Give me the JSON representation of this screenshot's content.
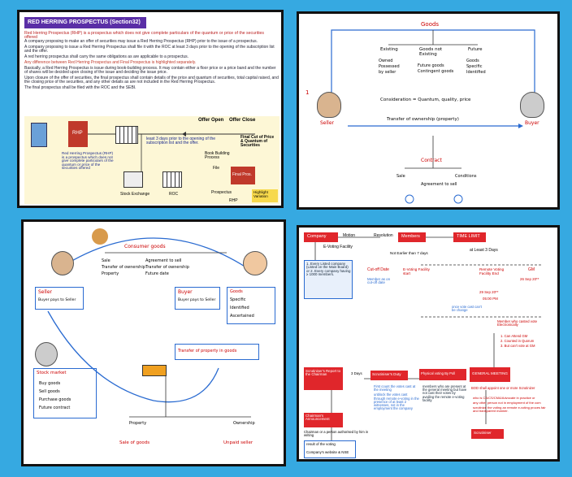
{
  "panel1": {
    "title": "RED HERRING PROSPECTUS (Section32)",
    "definition": "Red Herring Prospectus (RHP) is a prospectus which does not give complete particulars of the quantum or price of the securities offered",
    "bullets": [
      "A company proposing to make an offer of securities may issue a Red Herring Prospectus (RHP) prior to the issue of a prospectus.",
      "A company proposing to issue a Red Herring Prospectus shall file it with the ROC at least 3 days prior to the opening of the subscription list and the offer.",
      "A red herring prospectus shall carry the same obligations as are applicable to a prospectus.",
      "Any difference between Red Herring Prospectus and Final Prospectus is highlighted separately.",
      "Basically, a Red Herring Prospectus is issue during book-building process. It may contain either a floor price or a price band and the number of shares will be decided upon closing of the issue and deciding the issue price.",
      "Upon closure of the offer of securities, the final prospectus shall contain details of the price and quantum of securities, total capital raised, and the closing price of the securities, and any other details as are not included in the Red Herring Prospectus.",
      "The final prospectus shall be filed with the ROC and the SEBI."
    ],
    "diagram": {
      "rhp": "RHP",
      "offer_open": "Offer Open",
      "offer_close": "Offer Close",
      "least_days": "least 3 days prior to the opening of the subscription list and the offer.",
      "book_building": "Book Building Process",
      "final_cut": "Final Cut of Price & Quantum of Securities",
      "rhp_note": "Red Herring Prospectus (RHP) is a prospectus which does not give complete particulars of the quantum or price of the securities offered",
      "stock_exchange": "Stock Exchange",
      "roc": "ROC",
      "file": "File",
      "final_pros": "Final Pros.",
      "prospectus": "Prospectus",
      "rhp_bottom": "RHP",
      "highlight": "Highlight Variation"
    }
  },
  "panel2": {
    "top_label": "Goods",
    "columns": [
      "Existing",
      "Goods not Existing",
      "Future"
    ],
    "col1": [
      "Owned",
      "Possessed",
      "by seller"
    ],
    "col2": [
      "Future goods",
      "Contingent goods"
    ],
    "col3": [
      "Goods",
      "Specific",
      "Identified"
    ],
    "seller": "Seller",
    "buyer": "Buyer",
    "price_note": "Consideration = Quantum, quality, price",
    "transfer": "Transfer of ownership (property)",
    "contract": "Contract",
    "circle_num": "1",
    "bottom": [
      "Sale",
      "Agreement to sell",
      "Conditions"
    ]
  },
  "panel3": {
    "consumer_goods": "Consumer goods",
    "left_col": [
      "Sale",
      "Transfer of ownership",
      "Property"
    ],
    "mid_col": [
      "Agreement to sell",
      "Transfer of ownership",
      "Future date"
    ],
    "seller": "Seller",
    "seller_note": "Buyer pays to Seller",
    "buyer": "Buyer",
    "buyer_note": "Buyer pays to Seller",
    "goods_box": [
      "Goods",
      "Specific",
      "Identified",
      "Ascertained"
    ],
    "stock_market": "Stock market",
    "stock_items": [
      "Buy goods",
      "Sell goods",
      "Purchase goods",
      "Future contract"
    ],
    "transfer": "Transfer of property in goods",
    "property": "Property",
    "ownership": "Ownership",
    "bottom_left": "Sale of goods",
    "bottom_right": "Unpaid seller"
  },
  "panel4": {
    "company": "Company",
    "motion": "Motion",
    "resolution": "Resolution",
    "members": "Members",
    "time_limit": "TIME LIMIT",
    "evoting": "E-Voting Facility",
    "every_listed": "1. Every Listed company (Listed on the Main Board) or 2. Every company having ≥ 1000 members.",
    "cutoff": "Cut-off Date",
    "cutoff_note": "Member as on cut-off date",
    "not_earlier": "Not Earlier than 7 days",
    "evoting_start": "E-Voting Facility start",
    "at_least": "at Least 3 Days",
    "remote": "Remote Voting Facility End",
    "gm": "GM",
    "date1": "26 Sep 20**",
    "date2": "29 Sep 20**",
    "time": "05:00 PM",
    "once_vote": "once vote cast can't be change",
    "member_cast": "Member who casted vote Electronically",
    "cast_list": [
      "1. Can Attend GM",
      "2. Counted in Quorum",
      "3. But can't vote at GM"
    ],
    "scrutiniser_report": "Scrutiniser's Report to the Chairman",
    "scrutiniser_duty": "Scrutiniser's Duty",
    "physical": "Physical voting By Poll",
    "general": "GENERAL MEETING",
    "three_days": "3 Days",
    "duty_list": [
      "First count the votes cast at the meeting",
      "unblock the votes cast through remote e-voting in the presence of at least 2 witnesses, not in the employment the company"
    ],
    "physical_note": "members who are present at the general meeting but have not cast their votes by availing the remote e-voting facility",
    "bod": "BOD shall appoint one or more Scrutinizer",
    "bod_list": [
      "who is CA/CS/CMA/Advocate in practice or",
      "any other person not in employment of the com",
      "scrutinize the voting an remote e-voting proces fair and transparent manner."
    ],
    "scrutiniser": "Scrutiniser",
    "chairman_announce": "Chairman's Announcement",
    "chairman_note": "Chairman or a person authorised by him in writing",
    "result": "result of the voting",
    "website": "Company's website & NSE"
  },
  "colors": {
    "background": "#36a9e1",
    "banner": "#5a2ea6",
    "header_red": "#c0392b",
    "yellow": "#f7d94c",
    "link_red": "#e0262b"
  }
}
